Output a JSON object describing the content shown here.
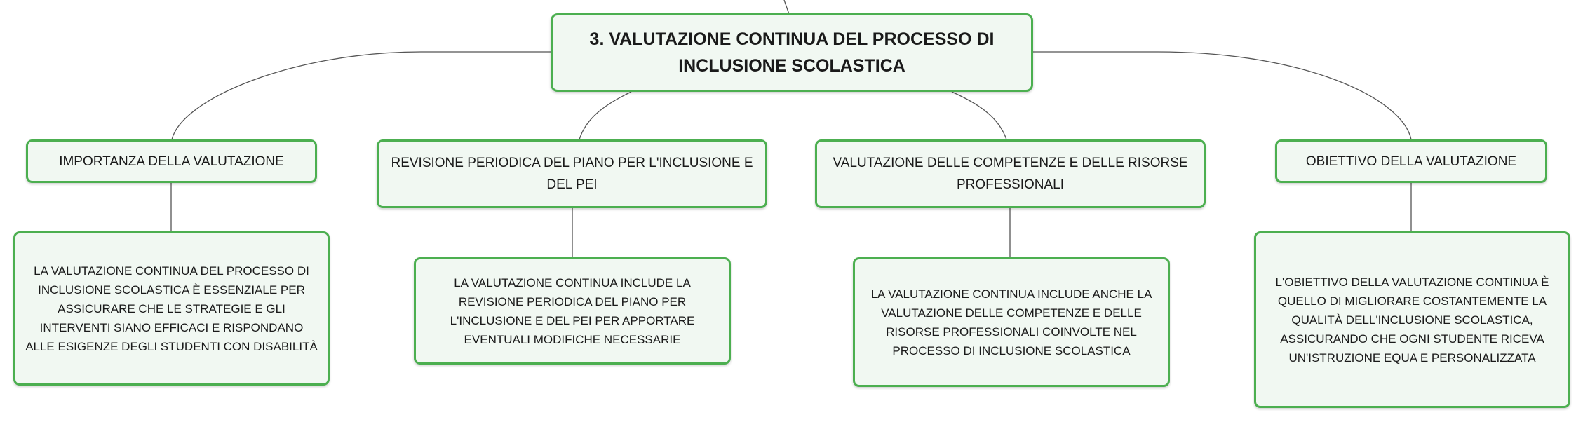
{
  "root": {
    "title": "3. Valutazione continua del processo di inclusione scolastica"
  },
  "branches": [
    {
      "topic": "Importanza della valutazione",
      "detail": "La valutazione continua del processo di inclusione scolastica è essenziale per assicurare che le strategie e gli interventi siano efficaci e rispondano alle esigenze degli studenti con disabilità"
    },
    {
      "topic": "Revisione periodica del Piano per l'Inclusione e del PEI",
      "detail": "La valutazione continua include la revisione periodica del Piano per l'Inclusione e del PEI per apportare eventuali modifiche necessarie"
    },
    {
      "topic": "Valutazione delle competenze e delle risorse professionali",
      "detail": "La valutazione continua include anche la valutazione delle competenze e delle risorse professionali coinvolte nel processo di inclusione scolastica"
    },
    {
      "topic": "Obiettivo della valutazione",
      "detail": "L'obiettivo della valutazione continua è quello di migliorare costantemente la qualità dell'inclusione scolastica, assicurando che ogni studente riceva un'istruzione equa e personalizzata"
    }
  ]
}
